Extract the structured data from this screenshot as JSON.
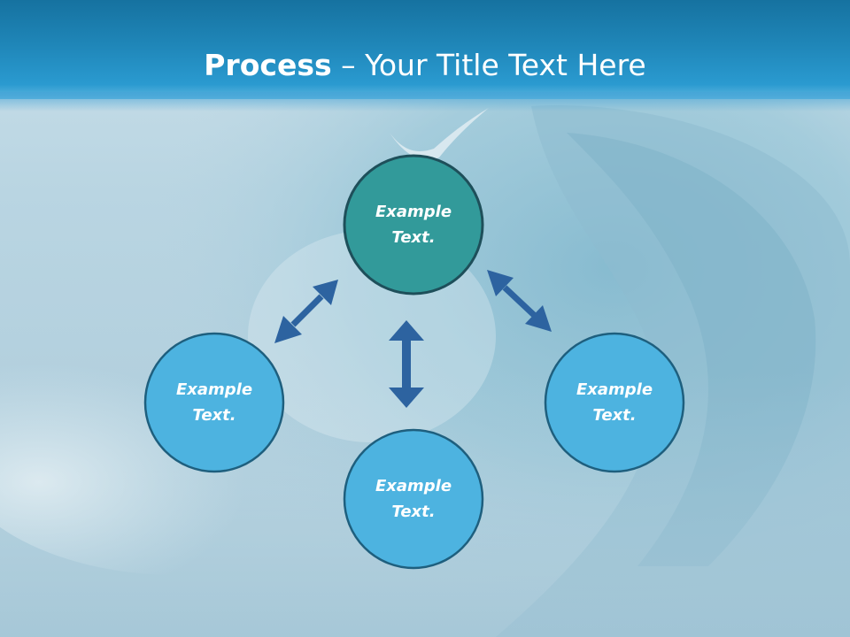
{
  "title": {
    "bold_part": "Process",
    "separator": " – ",
    "rest": "Your Title Text Here"
  },
  "colors": {
    "title_bar": "#1f86b8",
    "hub_fill": "#329a9a",
    "node_fill": "#4db3e0",
    "node_stroke": "#1e4f66",
    "arrow": "#2d63a0"
  },
  "nodes": {
    "hub": {
      "line1": "Example",
      "line2": "Text."
    },
    "left": {
      "line1": "Example",
      "line2": "Text."
    },
    "right": {
      "line1": "Example",
      "line2": "Text."
    },
    "bottom": {
      "line1": "Example",
      "line2": "Text."
    }
  }
}
